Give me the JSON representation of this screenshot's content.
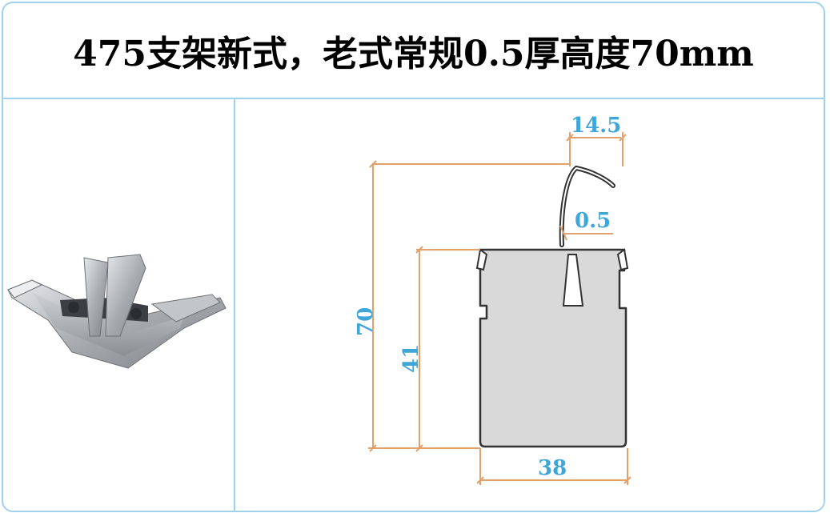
{
  "title": "475支架新式，老式常规0.5厚高度70mm",
  "colors": {
    "border": "#9fd3ec",
    "dimension_text": "#3ea6d8",
    "dimension_line": "#e2a06a",
    "part_fill": "#d9d9d9",
    "outline": "#333333"
  },
  "dimensions": {
    "top_width": "14.5",
    "thickness": "0.5",
    "total_height": "70",
    "body_height": "41",
    "body_width": "38"
  },
  "photo": {
    "icon": "metal-bracket-photo"
  }
}
